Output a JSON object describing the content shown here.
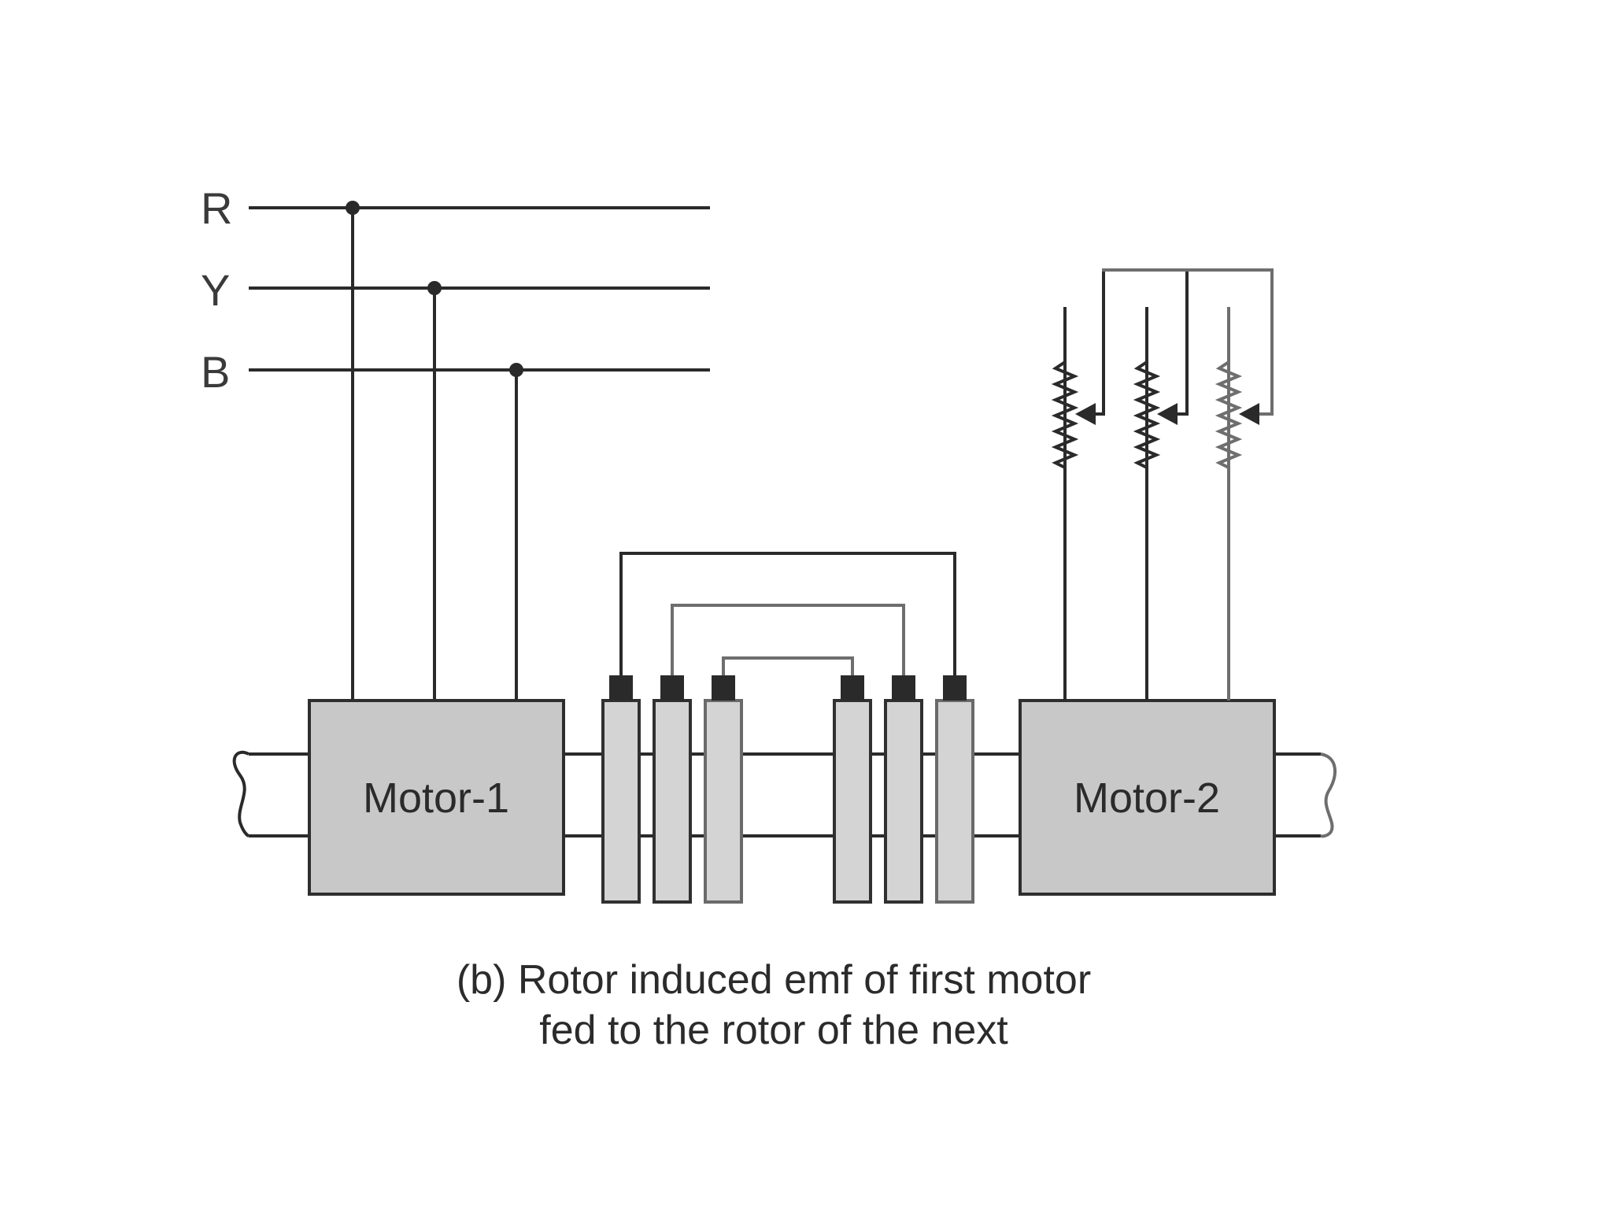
{
  "supply": {
    "phases": [
      "R",
      "Y",
      "B"
    ]
  },
  "motors": [
    {
      "label": "Motor-1"
    },
    {
      "label": "Motor-2"
    }
  ],
  "caption": {
    "line1": "(b) Rotor induced emf of first motor",
    "line2": "fed to the rotor of the next"
  },
  "colors": {
    "motor_fill": "#c8c8c8",
    "ring_fill": "#d4d4d4",
    "wire": "#2a2a2a"
  }
}
